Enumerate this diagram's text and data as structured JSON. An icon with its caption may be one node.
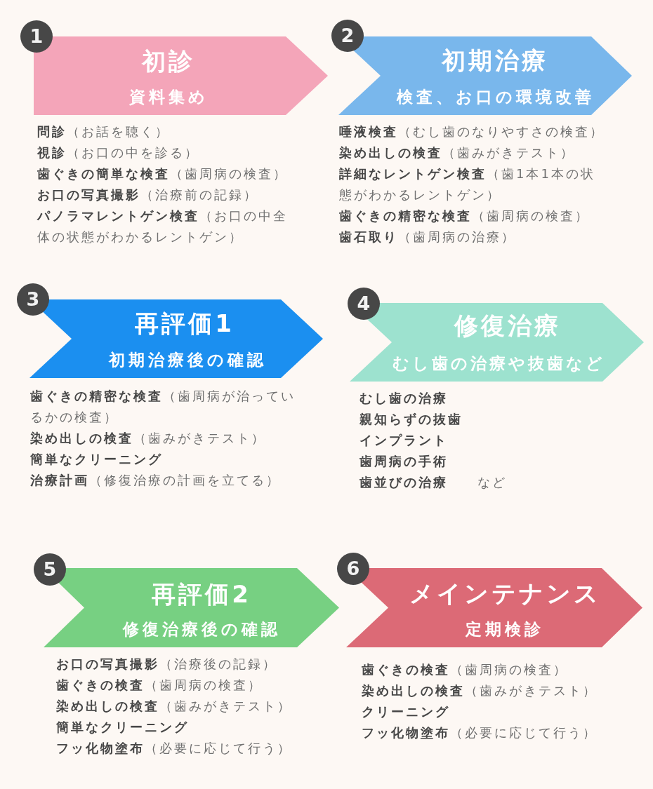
{
  "diagram": {
    "nodes": [
      {
        "text": [
          "1"
        ]
      },
      {
        "text": [
          "初診",
          "資料集め"
        ],
        "beside": [
          "**問診**（お話を聴く）",
          "**視診**（お口の中を診る）",
          "**歯ぐきの簡単な検査**（歯周病の検査）",
          "**お口の写真撮影**（治療前の記録）",
          "**パノラマレントゲン検査**（お口の中全体の状態がわかるレントゲン）"
        ]
      },
      {
        "text": [
          "2"
        ]
      },
      {
        "text": [
          "初期治療",
          "検査、お口の環境改善"
        ],
        "beside": [
          "**唾液検査**（むし歯のなりやすさの検査）",
          "**染め出しの検査**（歯みがきテスト）",
          "**詳細なレントゲン検査**（歯1本1本の状態がわかるレントゲン）",
          "**歯ぐきの精密な検査**（歯周病の検査）",
          "**歯石取り**（歯周病の治療）"
        ]
      },
      {
        "text": [
          "3"
        ]
      },
      {
        "text": [
          "再評価1",
          "初期治療後の確認"
        ],
        "beside": [
          "**歯ぐきの精密な検査**（歯周病が治っているかの検査）",
          "**染め出しの検査**（歯みがきテスト）",
          "簡単なクリーニング",
          "**治療計画**（修復治療の計画を立てる）"
        ]
      },
      {
        "text": [
          "4"
        ]
      },
      {
        "text": [
          "修復治療",
          "むし歯の治療や抜歯など"
        ],
        "beside": [
          "むし歯の治療",
          "親知らずの抜歯",
          "インプラント",
          "歯周病の手術",
          "**歯並びの治療**　　など"
        ]
      },
      {
        "text": [
          "5"
        ]
      },
      {
        "text": [
          "再評価2",
          "修復治療後の確認"
        ],
        "beside": [
          "**お口の写真撮影**（治療後の記録）",
          "**歯ぐきの検査**（歯周病の検査）",
          "**染め出しの検査**（歯みがきテスト）",
          "簡単なクリーニング",
          "**フッ化物塗布**（必要に応じて行う）"
        ]
      },
      {
        "text": [
          "6"
        ]
      },
      {
        "text": [
          "メインテナンス",
          "定期検診"
        ],
        "beside": [
          "**歯ぐきの検査**（歯周病の検査）",
          "**染め出しの検査**（歯みがきテスト）",
          "クリーニング",
          "**フッ化物塗布**（必要に応じて行う）"
        ]
      }
    ]
  }
}
